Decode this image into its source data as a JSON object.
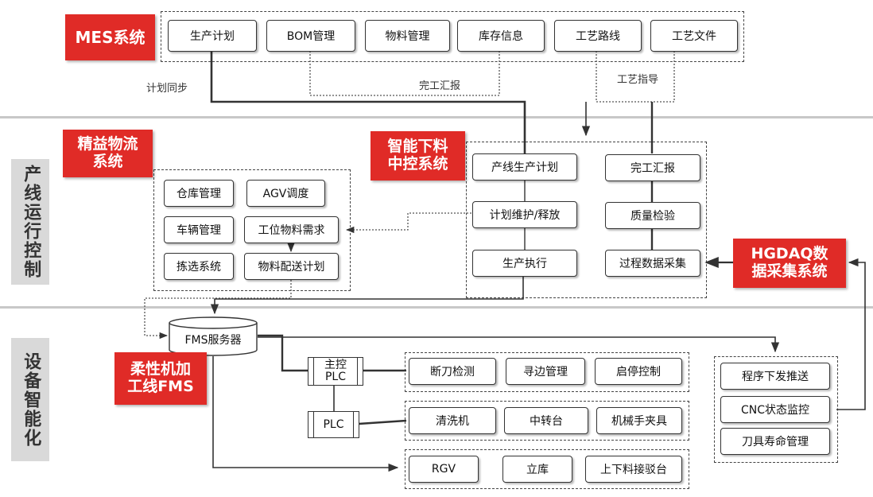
{
  "mes": {
    "title": "MES系统",
    "modules": [
      "生产计划",
      "BOM管理",
      "物料管理",
      "库存信息",
      "工艺路线",
      "工艺文件"
    ],
    "flows": {
      "plan_sync": "计划同步",
      "completion_report": "完工汇报",
      "process_guide": "工艺指导"
    }
  },
  "bands": {
    "line_ops": "产线运行控制",
    "device": "设备智能化"
  },
  "lean_logistics": {
    "title": "精益物流\n系统",
    "items": [
      "仓库管理",
      "AGV调度",
      "车辆管理",
      "工位物料需求",
      "拣选系统",
      "物料配送计划"
    ]
  },
  "smart_control": {
    "title": "智能下料\n中控系统",
    "left": [
      "产线生产计划",
      "计划维护/释放",
      "生产执行"
    ],
    "right": [
      "完工汇报",
      "质量检验",
      "过程数据采集"
    ]
  },
  "hgdaq": {
    "title": "HGDAQ数\n据采集系统"
  },
  "fms": {
    "server": "FMS服务器",
    "title": "柔性机加\n工线FMS",
    "main_plc": "主控\nPLC",
    "plc": "PLC",
    "row1": [
      "断刀检测",
      "寻边管理",
      "启停控制"
    ],
    "row2": [
      "清洗机",
      "中转台",
      "机械手夹具"
    ],
    "row3": [
      "RGV",
      "立库",
      "上下料接驳台"
    ]
  },
  "cnc": {
    "items": [
      "程序下发推送",
      "CNC状态监控",
      "刀具寿命管理"
    ]
  }
}
